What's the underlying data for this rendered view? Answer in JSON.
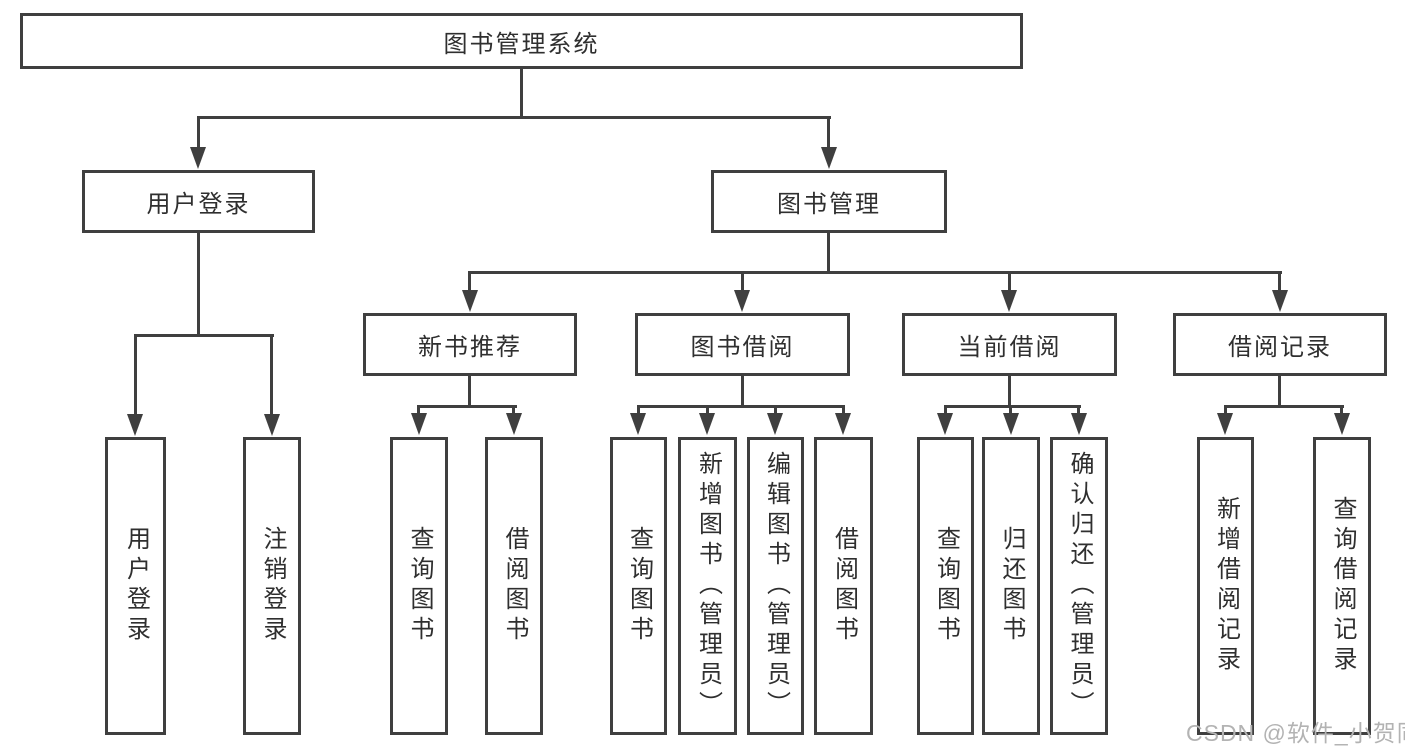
{
  "diagram": {
    "root": {
      "label": "图书管理系统"
    },
    "level2": [
      {
        "label": "用户登录"
      },
      {
        "label": "图书管理"
      }
    ],
    "level3": [
      {
        "label": "新书推荐"
      },
      {
        "label": "图书借阅"
      },
      {
        "label": "当前借阅"
      },
      {
        "label": "借阅记录"
      }
    ],
    "leaves": [
      {
        "label": "用户登录"
      },
      {
        "label": "注销登录"
      },
      {
        "label": "查询图书"
      },
      {
        "label": "借阅图书"
      },
      {
        "label": "查询图书"
      },
      {
        "label": "新增图书（管理员）"
      },
      {
        "label": "编辑图书（管理员）"
      },
      {
        "label": "借阅图书"
      },
      {
        "label": "查询图书"
      },
      {
        "label": "归还图书"
      },
      {
        "label": "确认归还（管理员）"
      },
      {
        "label": "新增借阅记录"
      },
      {
        "label": "查询借阅记录"
      }
    ]
  },
  "watermark": {
    "text": "CSDN @软件_小贺同学"
  },
  "colors": {
    "line": "#3f3f3f",
    "text": "#2f2f2f",
    "watermark": "#b3b3b3",
    "background": "#ffffff"
  }
}
